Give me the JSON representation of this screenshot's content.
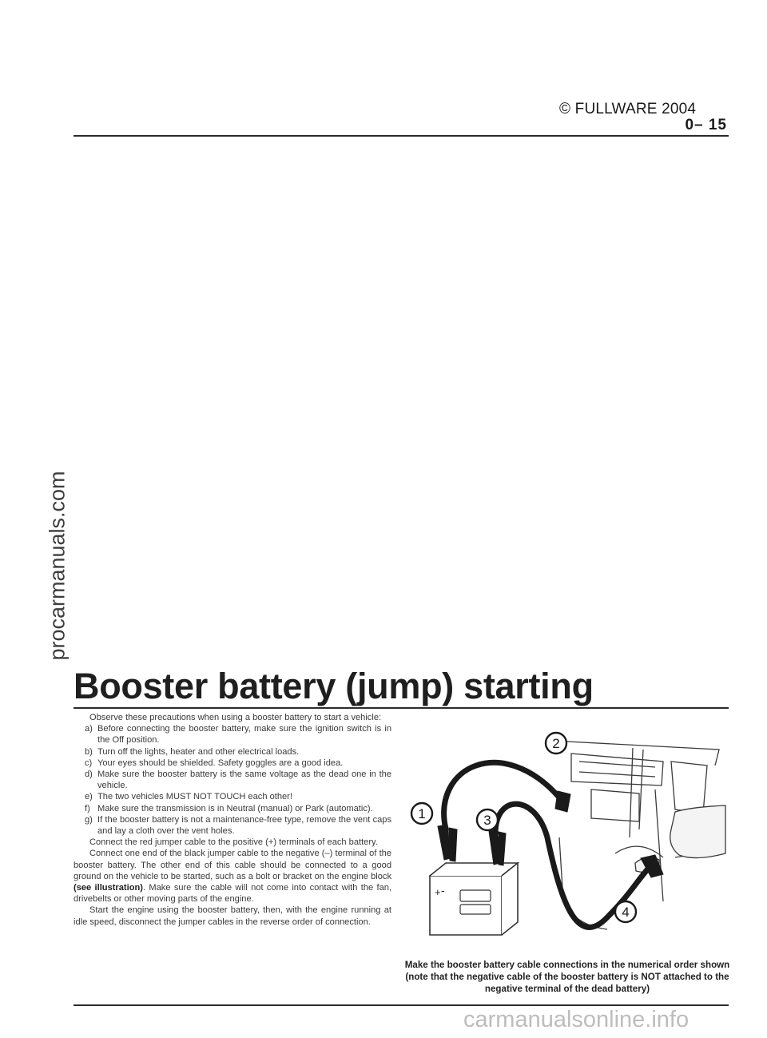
{
  "header": {
    "copyright": "© FULLWARE 2004",
    "page_number": "0– 15"
  },
  "watermarks": {
    "side": "procarmanuals.com",
    "bottom": "carmanualsonline.info"
  },
  "section": {
    "title": "Booster battery (jump) starting"
  },
  "body": {
    "intro": "Observe these precautions when using a booster battery to start a vehicle:",
    "precautions": [
      {
        "marker": "a)",
        "text": "Before connecting the booster battery, make sure the ignition switch is in the Off position."
      },
      {
        "marker": "b)",
        "text": "Turn off the lights, heater and other electrical loads."
      },
      {
        "marker": "c)",
        "text": "Your eyes should be shielded. Safety goggles are a good idea."
      },
      {
        "marker": "d)",
        "text": "Make sure the booster battery is the same voltage as the dead one in the vehicle."
      },
      {
        "marker": "e)",
        "text": "The two vehicles MUST NOT TOUCH each other!"
      },
      {
        "marker": "f)",
        "text": "Make sure the transmission is in Neutral (manual) or Park (automatic)."
      },
      {
        "marker": "g)",
        "text": "If the booster battery is not a maintenance-free type, remove the vent caps and lay a cloth over the vent holes."
      }
    ],
    "para_red": "Connect the red jumper cable to the positive (+) terminals of each battery.",
    "para_black_1": "Connect one end of the black jumper cable to the negative (–) terminal of the booster battery. The other end of this cable should be connected to a good ground on the vehicle to be started, such as a bolt or bracket on the engine block",
    "para_black_ref": "(see illustration)",
    "para_black_2": ". Make sure the cable will not come into contact with the fan, drivebelts or other moving parts of the engine.",
    "para_start": "Start the engine using the booster battery, then, with the engine running at idle speed, disconnect the jumper cables in the reverse order of connection."
  },
  "figure": {
    "callouts": [
      "1",
      "2",
      "3",
      "4"
    ],
    "battery_plus": "+",
    "battery_minus": "-",
    "caption": "Make the booster battery cable connections in the numerical order shown (note that the negative cable of the booster battery is NOT attached to the negative terminal of the dead battery)"
  }
}
